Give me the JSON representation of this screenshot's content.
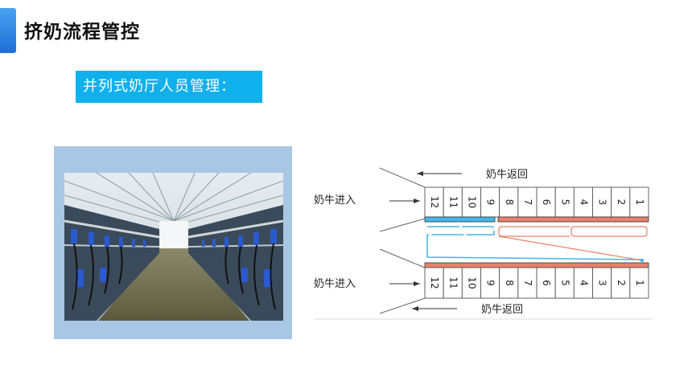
{
  "header": {
    "title": "挤奶流程管控"
  },
  "subtitle": "并列式奶厅人员管理：",
  "photo": {
    "description_icon": "milking-parlor-photo"
  },
  "diagram": {
    "top_return_label": "奶牛返回",
    "top_enter_label": "奶牛进入",
    "bottom_enter_label": "奶牛进入",
    "bottom_return_label": "奶牛返回",
    "stalls": [
      "12",
      "11",
      "10",
      "9",
      "8",
      "7",
      "6",
      "5",
      "4",
      "3",
      "2",
      "1"
    ],
    "colors": {
      "blue_route": "#44b6ea",
      "red_route": "#e8806a",
      "stall_border": "#555555"
    }
  }
}
